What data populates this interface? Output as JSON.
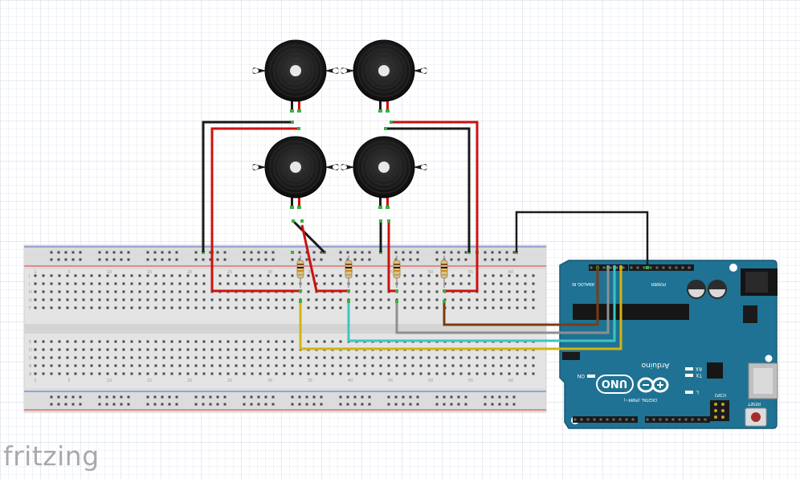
{
  "app": {
    "brand": "fritzing"
  },
  "colors": {
    "grid_minor": "#e3e8f2",
    "grid_major": "#cfd6e6",
    "board_blue": "#1f7293",
    "board_edge": "#165a75",
    "wire_red": "#cc1111",
    "wire_black": "#1a1a1a",
    "wire_yellow": "#d4b312",
    "wire_cyan": "#3ec5c2",
    "wire_gray": "#8f8f8f",
    "wire_brown": "#7d3b14",
    "rail_red": "#e05a5a",
    "rail_blue": "#6b82c8"
  },
  "arduino": {
    "model": "UNO",
    "brand": "Arduino",
    "on_label": "ON",
    "tx_label": "TX",
    "rx_label": "RX",
    "l_label": "L",
    "digital_label": "DIGITAL (PWM~)",
    "power_label": "POWER",
    "analog_label": "ANALOG IN",
    "icsp_label": "ICSP2",
    "reset_label": "RESET"
  },
  "breadboard": {
    "column_numbers": [
      "1",
      "5",
      "10",
      "15",
      "20",
      "25",
      "30",
      "35",
      "40",
      "45",
      "50",
      "55",
      "60"
    ],
    "row_letters_top": [
      "J",
      "I",
      "H",
      "G",
      "F"
    ],
    "row_letters_bottom": [
      "E",
      "D",
      "C",
      "B",
      "A"
    ]
  },
  "icons": {
    "buzzer": "piezo-buzzer-icon",
    "resistor": "resistor-icon"
  }
}
